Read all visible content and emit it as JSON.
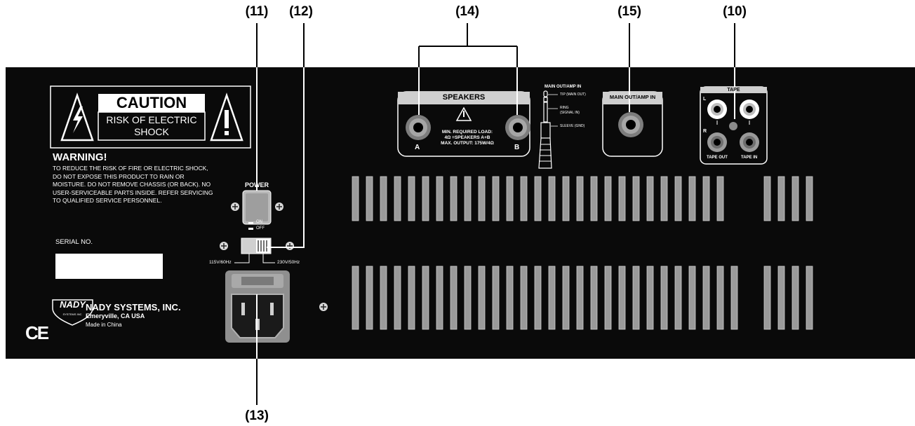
{
  "callouts": {
    "c11": "(11)",
    "c12": "(12)",
    "c14": "(14)",
    "c15": "(15)",
    "c10": "(10)",
    "c13": "(13)"
  },
  "caution_label": {
    "title": "CAUTION",
    "line1": "RISK OF ELECTRIC",
    "line2": "SHOCK"
  },
  "warning": {
    "heading": "WARNING!",
    "lines": [
      "TO REDUCE THE RISK OF FIRE OR ELECTRIC SHOCK,",
      "DO NOT EXPOSE THIS PRODUCT TO RAIN OR",
      "MOISTURE. DO NOT REMOVE CHASSIS (OR BACK). NO",
      "USER-SERVICEABLE PARTS INSIDE. REFER SERVICING",
      "TO QUALIFIED SERVICE PERSONNEL."
    ]
  },
  "power": {
    "label": "POWER",
    "on": "ON",
    "off": "OFF"
  },
  "voltage": {
    "left": "115V/60Hz",
    "right": "230V/50Hz"
  },
  "serial_label": "SERIAL NO.",
  "brand": {
    "logo_text": "NADY",
    "logo_sub": "SYSTEMS INC",
    "name": "NADY SYSTEMS, INC.",
    "city": "Emeryville, CA USA",
    "origin": "Made in China",
    "ce": "CE"
  },
  "speakers": {
    "title": "SPEAKERS",
    "jack_a": "A",
    "jack_b": "B",
    "line1": "MIN. REQUIRED LOAD:",
    "line2": "4Ω =SPEAKERS A+B",
    "line3": "MAX. OUTPUT: 175W/4Ω"
  },
  "plug": {
    "title": "MAIN OUT/AMP IN",
    "tip": "TIP (MAIN OUT)",
    "ring1": "RING",
    "ring2": "(SIGNAL IN)",
    "sleeve": "SLEEVE (GND)"
  },
  "main_out": {
    "title": "MAIN OUT/AMP IN"
  },
  "tape": {
    "title": "TAPE",
    "l": "L",
    "r": "R",
    "out": "TAPE OUT",
    "in": "TAPE IN"
  }
}
